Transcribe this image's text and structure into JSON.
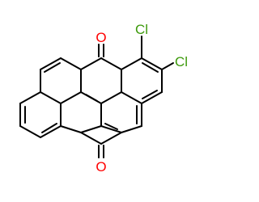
{
  "molecule": {
    "atoms": {
      "o_top": "O",
      "o_bottom": "O",
      "cl_1": "Cl",
      "cl_2": "Cl"
    }
  },
  "colors": {
    "bond": "#000000",
    "oxygen": "#ff0000",
    "chlorine": "#3d9a0c"
  }
}
